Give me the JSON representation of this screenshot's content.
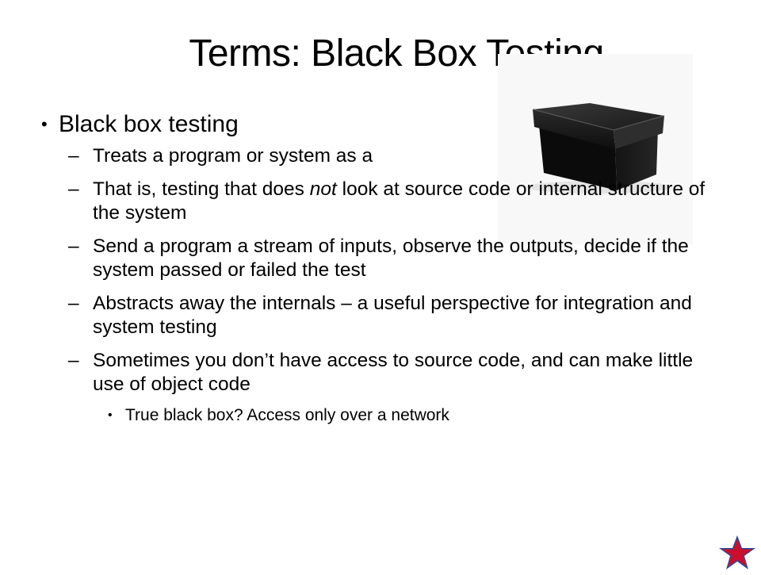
{
  "slide": {
    "title": "Terms: Black Box Testing",
    "image_icon": "black-box-photo",
    "bullets": [
      {
        "text": "Black box testing",
        "sub": [
          {
            "text": "Treats a program or system as a"
          },
          {
            "pre": "That is, testing that does ",
            "em": "not",
            "post": " look at source code or internal structure of the system"
          },
          {
            "text": "Send a program a stream of inputs, observe the outputs, decide if the system passed or failed the test"
          },
          {
            "text": "Abstracts away the internals – a useful perspective for integration and system testing"
          },
          {
            "text": "Sometimes you don’t have access to source code, and can make little use of object code"
          }
        ],
        "subsub": [
          {
            "text": "True black box?  Access only over a network"
          }
        ]
      }
    ],
    "logo_icon": "star-icon",
    "colors": {
      "star_red": "#c8102e",
      "star_blue": "#2b4a9b"
    }
  }
}
